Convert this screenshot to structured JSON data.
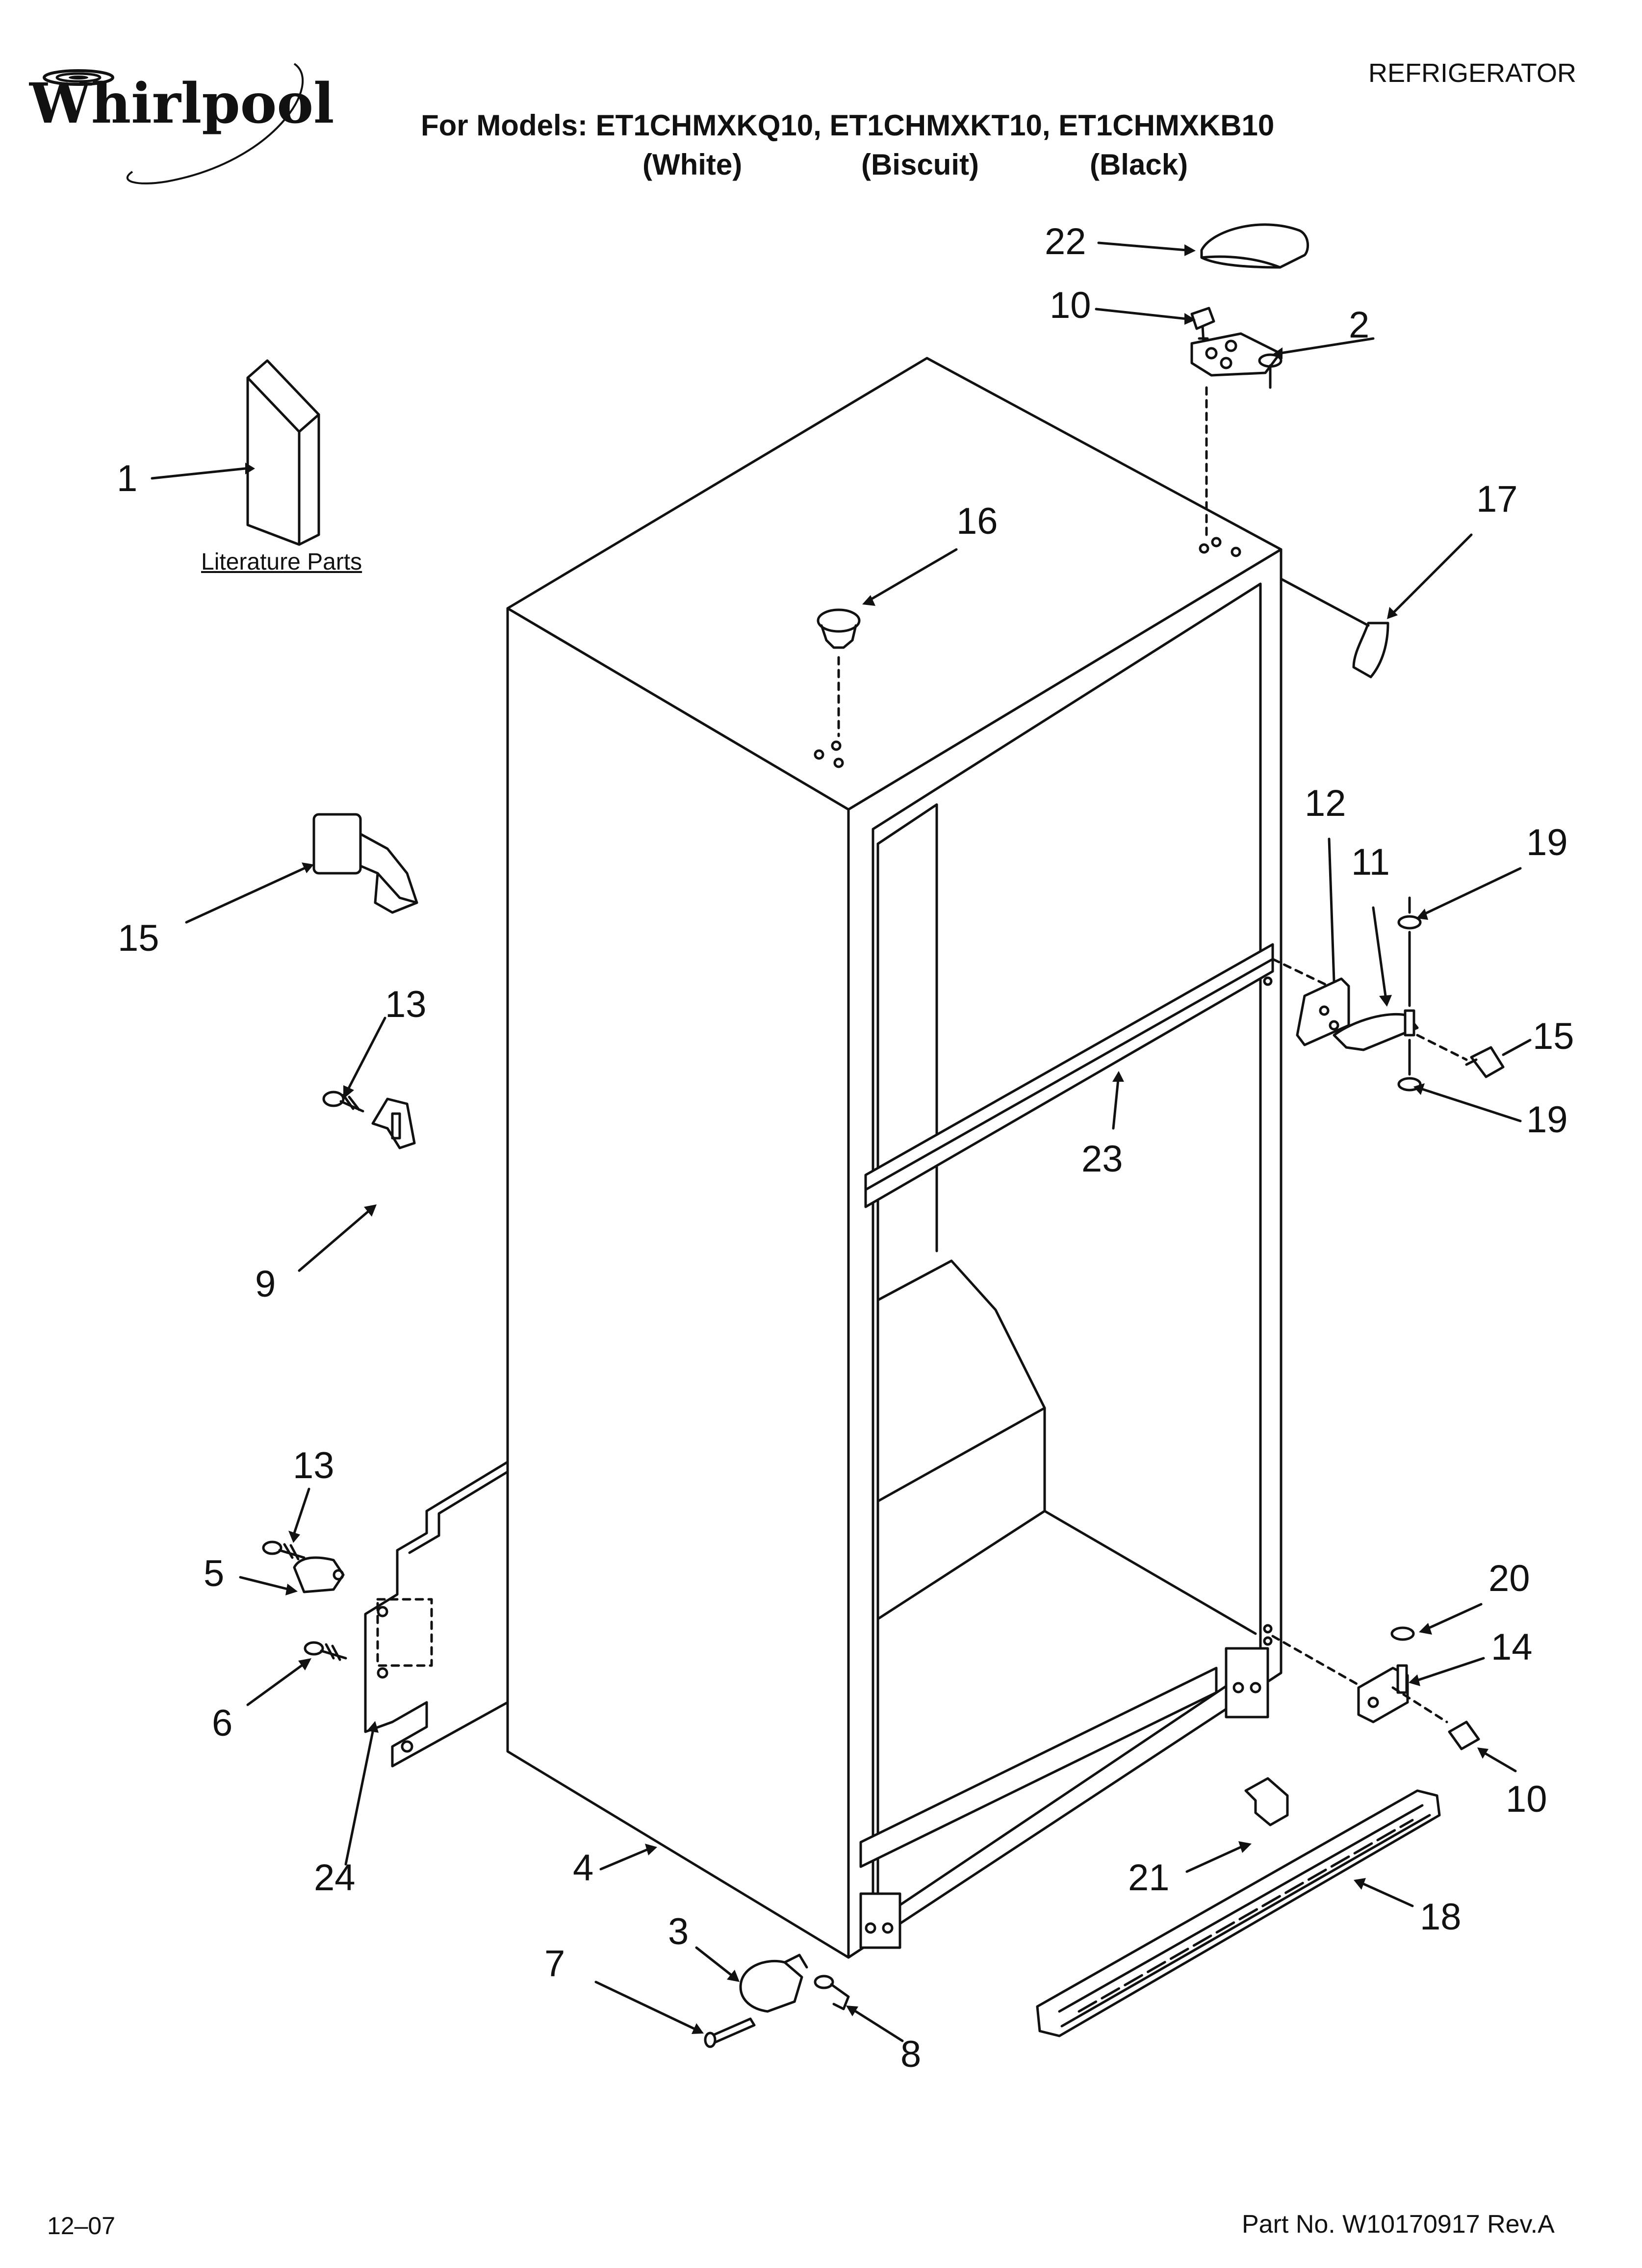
{
  "header": {
    "brand": "Whirlpool",
    "category": "REFRIGERATOR",
    "models_line": "For Models: ET1CHMXKQ10, ET1CHMXKT10, ET1CHMXKB10",
    "colors": [
      "(White)",
      "(Biscuit)",
      "(Black)"
    ]
  },
  "literature_label": "Literature Parts",
  "callouts": [
    "1",
    "2",
    "3",
    "4",
    "5",
    "6",
    "7",
    "8",
    "9",
    "10",
    "10",
    "11",
    "12",
    "13",
    "13",
    "14",
    "15",
    "15",
    "16",
    "17",
    "18",
    "19",
    "19",
    "20",
    "21",
    "22",
    "23",
    "24"
  ],
  "footer": {
    "date": "12–07",
    "part_number": "Part No. W10170917 Rev.A"
  }
}
